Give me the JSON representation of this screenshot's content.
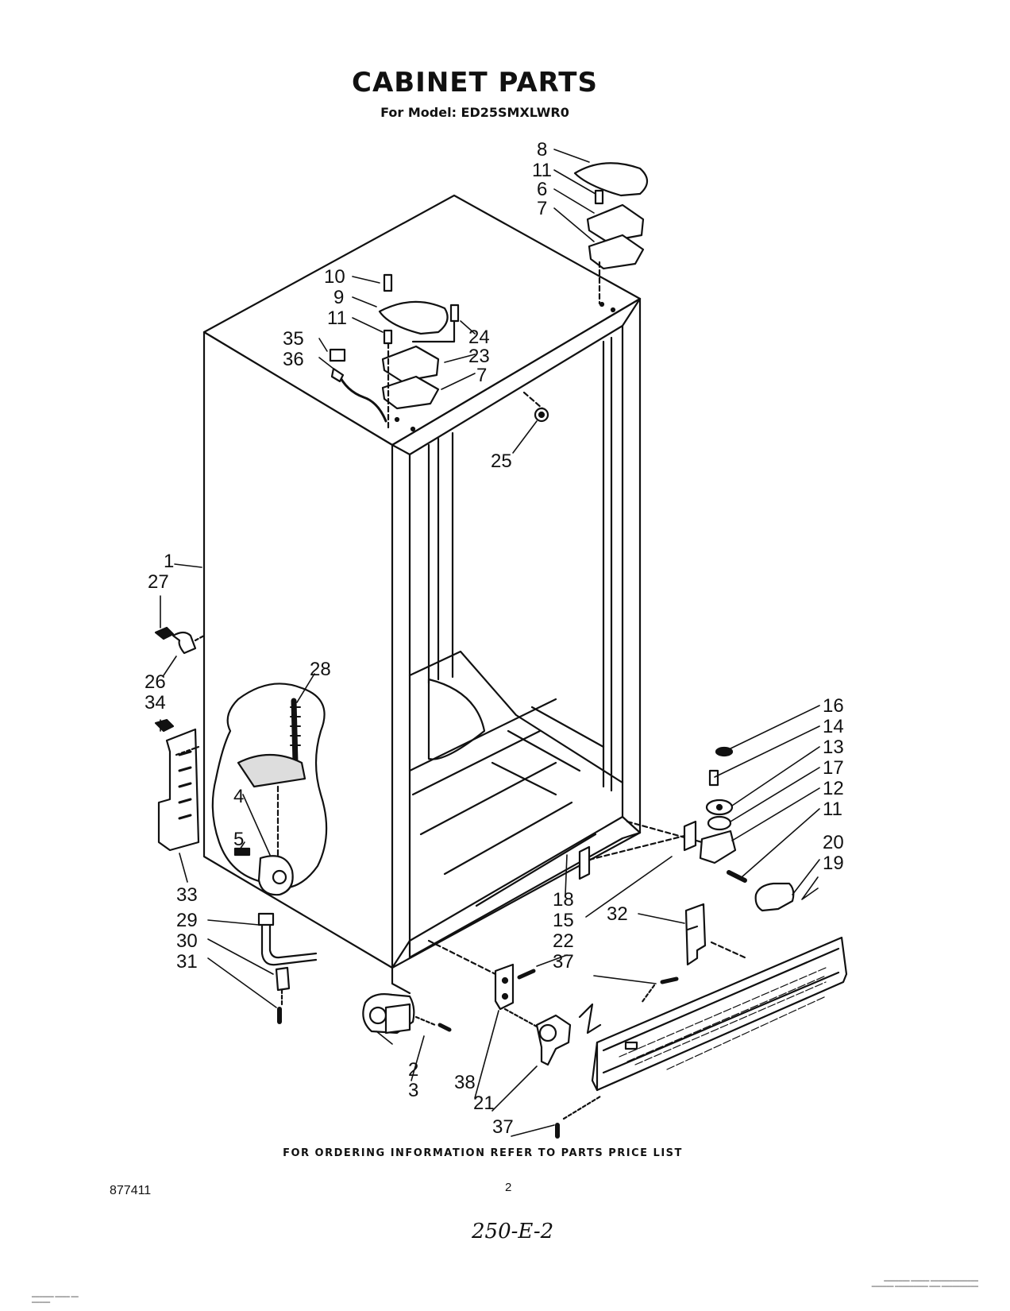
{
  "header": {
    "title": "CABINET PARTS",
    "subtitle": "For Model: ED25SMXLWR0"
  },
  "callouts": [
    {
      "id": "c8",
      "label": "8"
    },
    {
      "id": "c11a",
      "label": "11"
    },
    {
      "id": "c6",
      "label": "6"
    },
    {
      "id": "c7a",
      "label": "7"
    },
    {
      "id": "c10",
      "label": "10"
    },
    {
      "id": "c9",
      "label": "9"
    },
    {
      "id": "c11b",
      "label": "11"
    },
    {
      "id": "c24",
      "label": "24"
    },
    {
      "id": "c35",
      "label": "35"
    },
    {
      "id": "c23",
      "label": "23"
    },
    {
      "id": "c36",
      "label": "36"
    },
    {
      "id": "c7b",
      "label": "7"
    },
    {
      "id": "c25",
      "label": "25"
    },
    {
      "id": "c1",
      "label": "1"
    },
    {
      "id": "c27",
      "label": "27"
    },
    {
      "id": "c26",
      "label": "26"
    },
    {
      "id": "c28",
      "label": "28"
    },
    {
      "id": "c34",
      "label": "34"
    },
    {
      "id": "c4",
      "label": "4"
    },
    {
      "id": "c5",
      "label": "5"
    },
    {
      "id": "c33",
      "label": "33"
    },
    {
      "id": "c29",
      "label": "29"
    },
    {
      "id": "c30",
      "label": "30"
    },
    {
      "id": "c31",
      "label": "31"
    },
    {
      "id": "c16",
      "label": "16"
    },
    {
      "id": "c14",
      "label": "14"
    },
    {
      "id": "c13",
      "label": "13"
    },
    {
      "id": "c17",
      "label": "17"
    },
    {
      "id": "c12",
      "label": "12"
    },
    {
      "id": "c11c",
      "label": "11"
    },
    {
      "id": "c20",
      "label": "20"
    },
    {
      "id": "c19",
      "label": "19"
    },
    {
      "id": "c18",
      "label": "18"
    },
    {
      "id": "c15",
      "label": "15"
    },
    {
      "id": "c32",
      "label": "32"
    },
    {
      "id": "c22",
      "label": "22"
    },
    {
      "id": "c37a",
      "label": "37"
    },
    {
      "id": "c2",
      "label": "2"
    },
    {
      "id": "c3",
      "label": "3"
    },
    {
      "id": "c38",
      "label": "38"
    },
    {
      "id": "c21",
      "label": "21"
    },
    {
      "id": "c37b",
      "label": "37"
    }
  ],
  "footer": {
    "ordering_note": "FOR ORDERING INFORMATION REFER TO PARTS PRICE LIST",
    "drawing_number": "877411",
    "page_number": "2",
    "handwritten_code": "250-E-2"
  }
}
